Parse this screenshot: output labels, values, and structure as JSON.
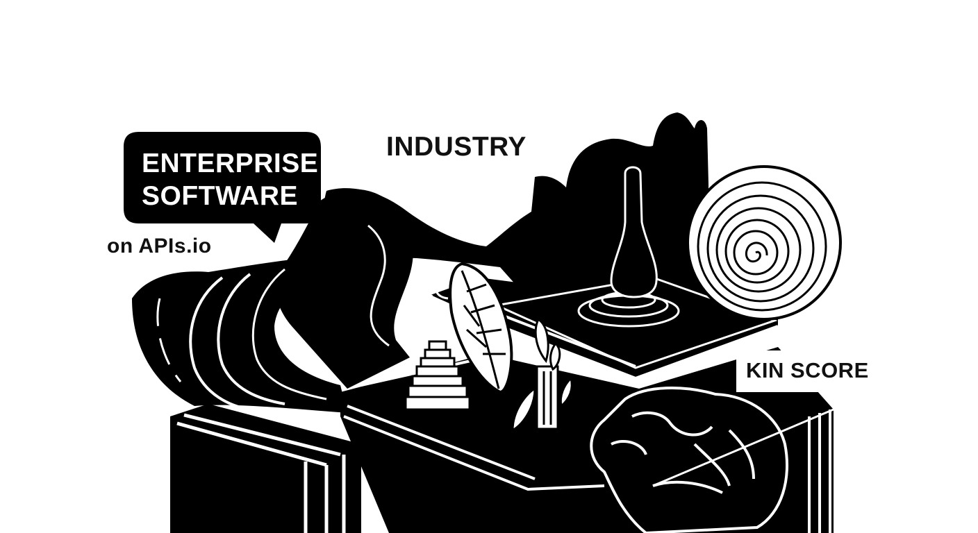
{
  "speech_bubble": {
    "line1": "ENTERPRISE",
    "line2": "SOFTWARE"
  },
  "caption": "on APIs.io",
  "heading": "INDUSTRY",
  "score_label": "KIN SCORE",
  "colors": {
    "ink": "#000000",
    "paper": "#ffffff"
  }
}
